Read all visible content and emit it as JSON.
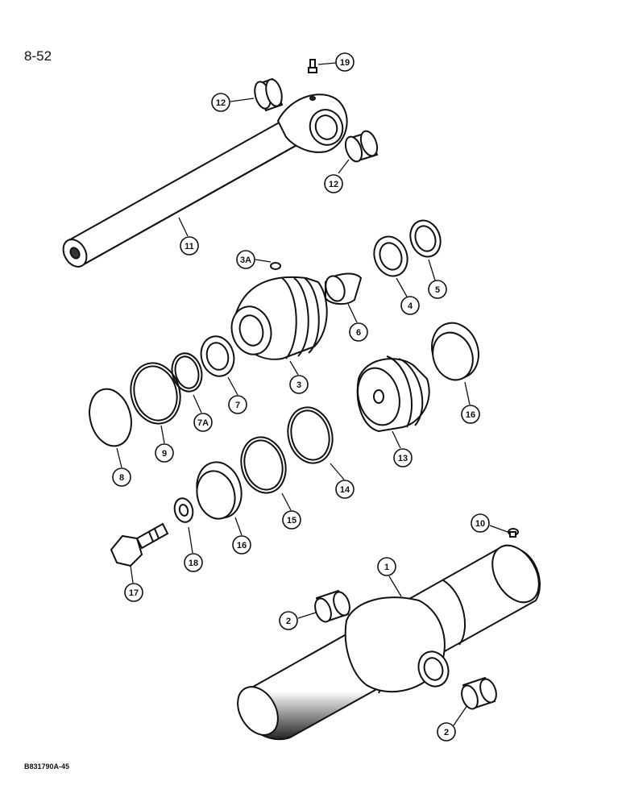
{
  "page": {
    "number": "8-52",
    "figure_code": "B831790A-45"
  },
  "callouts": [
    {
      "id": "c19",
      "label": "19"
    },
    {
      "id": "c12a",
      "label": "12"
    },
    {
      "id": "c12b",
      "label": "12"
    },
    {
      "id": "c11",
      "label": "11"
    },
    {
      "id": "c3a",
      "label": "3A"
    },
    {
      "id": "c4",
      "label": "4"
    },
    {
      "id": "c5",
      "label": "5"
    },
    {
      "id": "c6",
      "label": "6"
    },
    {
      "id": "c3",
      "label": "3"
    },
    {
      "id": "c7",
      "label": "7"
    },
    {
      "id": "c7a",
      "label": "7A"
    },
    {
      "id": "c9",
      "label": "9"
    },
    {
      "id": "c8",
      "label": "8"
    },
    {
      "id": "c16a",
      "label": "16"
    },
    {
      "id": "c13",
      "label": "13"
    },
    {
      "id": "c14",
      "label": "14"
    },
    {
      "id": "c15",
      "label": "15"
    },
    {
      "id": "c16b",
      "label": "16"
    },
    {
      "id": "c18",
      "label": "18"
    },
    {
      "id": "c17",
      "label": "17"
    },
    {
      "id": "c10",
      "label": "10"
    },
    {
      "id": "c1",
      "label": "1"
    },
    {
      "id": "c2a",
      "label": "2"
    },
    {
      "id": "c2b",
      "label": "2"
    }
  ]
}
